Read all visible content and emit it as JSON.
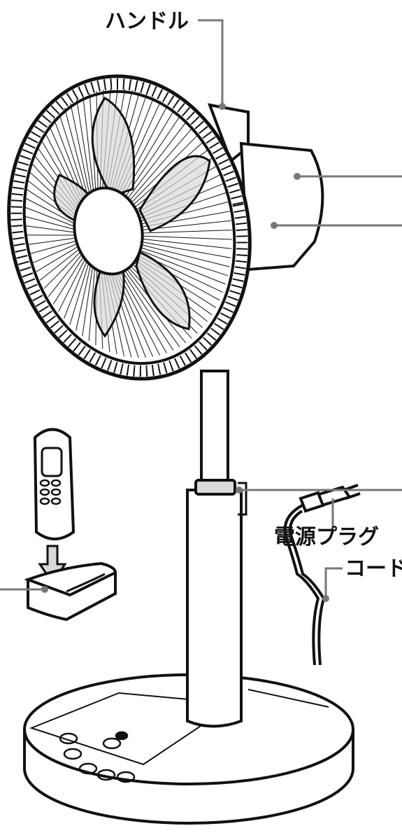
{
  "labels": {
    "handle": "ハンドル",
    "power_plug": "電源プラグ",
    "cord": "コード"
  },
  "colors": {
    "line": "#111111",
    "leader": "#777777",
    "shade": "#d9d9d9",
    "background": "#ffffff"
  },
  "icons": {
    "fan": "electric-fan-drawing",
    "remote": "remote-control-drawing",
    "holder": "remote-holder-drawing",
    "plug": "power-plug-drawing"
  }
}
